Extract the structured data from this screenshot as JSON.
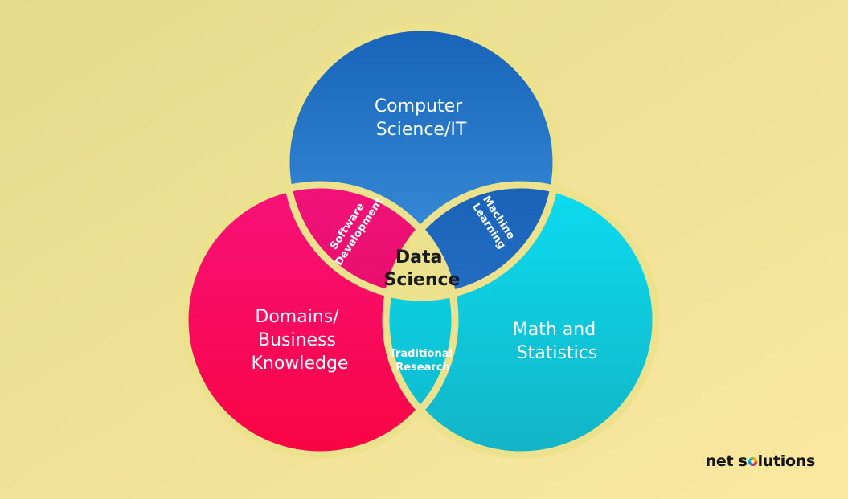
{
  "circles": {
    "top": {
      "label_lines": [
        "Computer",
        "Science/IT"
      ]
    },
    "left": {
      "label_lines": [
        "Domains/",
        "Business",
        "Knowledge"
      ]
    },
    "right": {
      "label_lines": [
        "Math and",
        "Statistics"
      ]
    }
  },
  "overlaps": {
    "top_left": {
      "label_lines": [
        "Software",
        "Development"
      ]
    },
    "top_right": {
      "label_lines": [
        "Machine",
        "Learning"
      ]
    },
    "bottom": {
      "label_lines": [
        "Traditional",
        "Research"
      ]
    }
  },
  "center": {
    "label_lines": [
      "Data",
      "Science"
    ]
  },
  "brand": {
    "pre": "net s",
    "post": "lutions"
  },
  "colors": {
    "background_from": "#e7dd8e",
    "background_to": "#fbe9a0",
    "top_circle": "#1e6cc0",
    "left_circle": "#f00e63",
    "right_circle": "#14c6d8",
    "center_fill": "#ede28d",
    "outline": "#ede28d"
  }
}
